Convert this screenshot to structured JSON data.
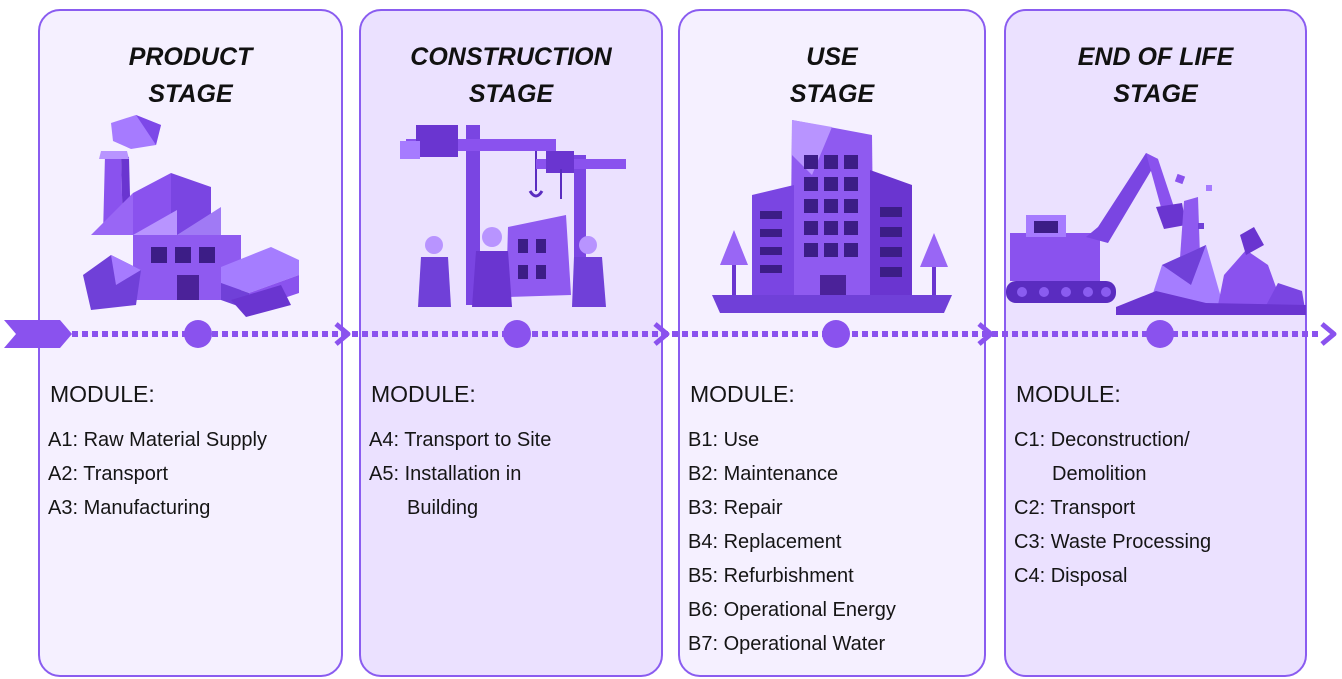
{
  "stages": [
    {
      "title": [
        "PRODUCT",
        "STAGE"
      ],
      "icon": "factory-icon",
      "module_heading": "MODULE:",
      "modules": [
        {
          "code": "A1",
          "text": "Raw Material Supply",
          "cont": ""
        },
        {
          "code": "A2",
          "text": "Transport",
          "cont": ""
        },
        {
          "code": "A3",
          "text": "Manufacturing",
          "cont": ""
        }
      ]
    },
    {
      "title": [
        "CONSTRUCTION",
        "STAGE"
      ],
      "icon": "construction-site-icon",
      "module_heading": "MODULE:",
      "modules": [
        {
          "code": "A4",
          "text": "Transport to Site",
          "cont": ""
        },
        {
          "code": "A5",
          "text": "Installation in",
          "cont": "Building"
        }
      ]
    },
    {
      "title": [
        "USE",
        "STAGE"
      ],
      "icon": "building-icon",
      "module_heading": "MODULE:",
      "modules": [
        {
          "code": "B1",
          "text": "Use",
          "cont": ""
        },
        {
          "code": "B2",
          "text": "Maintenance",
          "cont": ""
        },
        {
          "code": "B3",
          "text": "Repair",
          "cont": ""
        },
        {
          "code": "B4",
          "text": "Replacement",
          "cont": ""
        },
        {
          "code": "B5",
          "text": "Refurbishment",
          "cont": ""
        },
        {
          "code": "B6",
          "text": "Operational Energy",
          "cont": ""
        },
        {
          "code": "B7",
          "text": "Operational Water",
          "cont": ""
        }
      ]
    },
    {
      "title": [
        "END OF LIFE",
        "STAGE"
      ],
      "icon": "demolition-excavator-icon",
      "module_heading": "MODULE:",
      "modules": [
        {
          "code": "C1",
          "text": "Deconstruction/",
          "cont": "Demolition"
        },
        {
          "code": "C2",
          "text": "Transport",
          "cont": ""
        },
        {
          "code": "C3",
          "text": "Waste Processing",
          "cont": ""
        },
        {
          "code": "C4",
          "text": "Disposal",
          "cont": ""
        }
      ]
    }
  ],
  "colors": {
    "accent": "#8a52ee",
    "accent_dark": "#6a35d0",
    "accent_light": "#b894ff",
    "card_light": "#f5f0ff",
    "card_dark": "#ebe1ff",
    "border": "#8a5cf0"
  }
}
